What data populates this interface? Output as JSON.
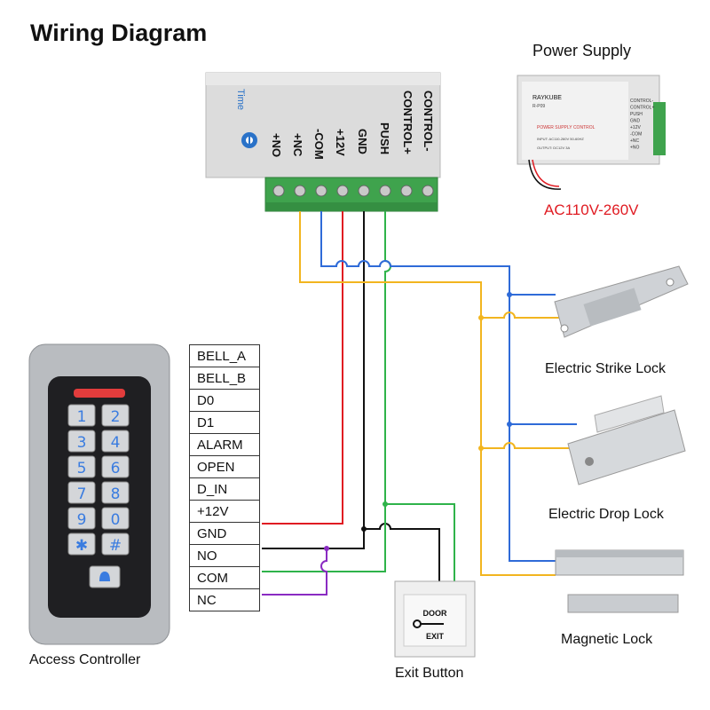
{
  "title": "Wiring Diagram",
  "controller": {
    "terminals": [
      "CONTROL-",
      "CONTROL+",
      "PUSH",
      "GND",
      "+12V",
      "-COM",
      "+NC",
      "+NO"
    ],
    "time_label": "Time"
  },
  "power_supply": {
    "label": "Power Supply",
    "input_label": "AC110V-260V",
    "brand": "RAYKUBE",
    "model": "R-P09",
    "panel_title": "POWER SUPPLY CONTROL",
    "input_spec": "INPUT: AC110-260V 50-60HZ",
    "output_spec": "OUTPUT: DC12V 3A",
    "terminals": [
      "CONTROL-",
      "CONTROL+",
      "PUSH",
      "GND",
      "+12V",
      "-COM",
      "+NC",
      "+NO"
    ]
  },
  "keypad": {
    "label": "Access Controller",
    "keys": [
      "1",
      "2",
      "3",
      "4",
      "5",
      "6",
      "7",
      "8",
      "9",
      "0",
      "✱",
      "#"
    ],
    "terminals": [
      "BELL_A",
      "BELL_B",
      "D0",
      "D1",
      "ALARM",
      "OPEN",
      "D_IN",
      "+12V",
      "GND",
      "NO",
      "COM",
      "NC"
    ]
  },
  "locks": {
    "strike": "Electric Strike Lock",
    "drop": "Electric Drop Lock",
    "magnetic": "Magnetic Lock"
  },
  "exit_button": {
    "label": "Exit Button",
    "top_text": "DOOR",
    "bottom_text": "EXIT"
  },
  "colors": {
    "red": "#e01b22",
    "black": "#111111",
    "green": "#2fb34a",
    "yellow": "#f2b51f",
    "blue": "#2f6bd8",
    "purple": "#8a2bc2",
    "terminal_green": "#3fa34d"
  }
}
